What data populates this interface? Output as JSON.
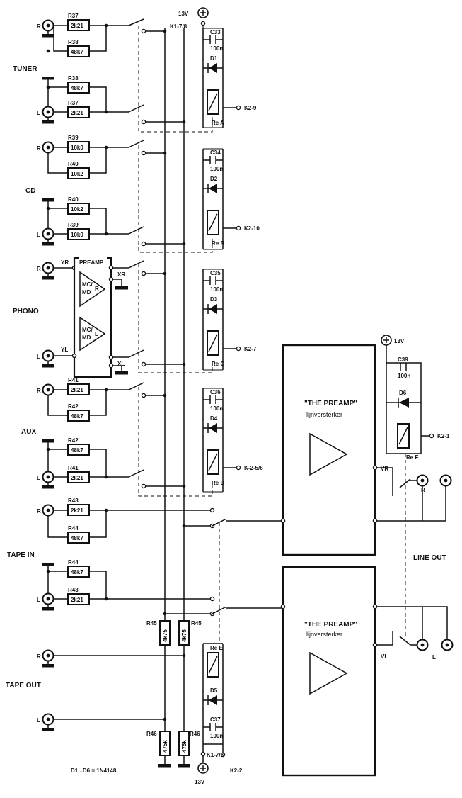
{
  "supply": {
    "top": "13V",
    "bottom": "13V",
    "right": "13V",
    "k_top": "K1-7/8",
    "k_bottom": "K1-7/8"
  },
  "sections": {
    "tuner": "TUNER",
    "cd": "CD",
    "phono": "PHONO",
    "aux": "AUX",
    "tape_in": "TAPE IN",
    "tape_out": "TAPE OUT",
    "line_out": "LINE OUT"
  },
  "channel": {
    "r": "R",
    "l": "L"
  },
  "resistors": {
    "tuner": [
      {
        "name": "R37",
        "value": "2k21"
      },
      {
        "name": "R38",
        "value": "48k7"
      },
      {
        "name": "R38'",
        "value": "48k7"
      },
      {
        "name": "R37'",
        "value": "2k21"
      }
    ],
    "cd": [
      {
        "name": "R39",
        "value": "10k0"
      },
      {
        "name": "R40",
        "value": "10k2"
      },
      {
        "name": "R40'",
        "value": "10k2"
      },
      {
        "name": "R39'",
        "value": "10k0"
      }
    ],
    "aux": [
      {
        "name": "R41",
        "value": "2k21"
      },
      {
        "name": "R42",
        "value": "48k7"
      },
      {
        "name": "R42'",
        "value": "48k7"
      },
      {
        "name": "R41'",
        "value": "2k21"
      }
    ],
    "tape_in": [
      {
        "name": "R43",
        "value": "2k21"
      },
      {
        "name": "R44",
        "value": "48k7"
      },
      {
        "name": "R44'",
        "value": "48k7"
      },
      {
        "name": "R43'",
        "value": "2k21"
      }
    ],
    "vertical": [
      {
        "name": "R45",
        "value": "4k75"
      },
      {
        "name": "R45",
        "value": "4k75"
      },
      {
        "name": "R46",
        "value": "475k"
      },
      {
        "name": "R46",
        "value": "475k"
      }
    ]
  },
  "preamp_module": {
    "title": "PREAMP",
    "yr": "YR",
    "yl": "YL",
    "xr": "XR",
    "xl": "XL",
    "mc_r": "MC/",
    "md_r": "MD",
    "r": "R",
    "mc_l": "MC/",
    "md_l": "MD",
    "l": "L"
  },
  "relays": [
    {
      "cap": "C33",
      "cap_val": "100n",
      "diode": "D1",
      "relay": "Re A",
      "conn": "K2-9"
    },
    {
      "cap": "C34",
      "cap_val": "100n",
      "diode": "D2",
      "relay": "Re B",
      "conn": "K2-10"
    },
    {
      "cap": "C35",
      "cap_val": "100n",
      "diode": "D3",
      "relay": "Re C",
      "conn": "K2-7"
    },
    {
      "cap": "C36",
      "cap_val": "100n",
      "diode": "D4",
      "relay": "Re D",
      "conn": "K-2-5/6"
    },
    {
      "cap": "C37",
      "cap_val": "100n",
      "diode": "D5",
      "relay": "Re E",
      "conn": "K2-2"
    },
    {
      "cap": "C39",
      "cap_val": "100n",
      "diode": "D6",
      "relay": "Re F",
      "conn": "K2-1"
    }
  ],
  "amps": [
    {
      "title": "\"THE PREAMP\"",
      "subtitle": "lijnversterker",
      "out": "VR"
    },
    {
      "title": "\"THE PREAMP\"",
      "subtitle": "lijnversterker",
      "out": "VL"
    }
  ],
  "note": "D1...D6 = 1N4148"
}
